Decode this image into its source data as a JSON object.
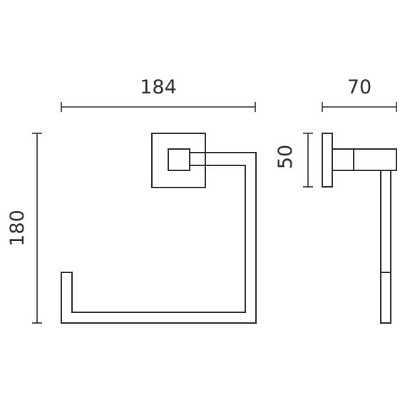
{
  "dimensions": {
    "width": "184",
    "height": "180",
    "depth": "70",
    "plate_height": "50"
  },
  "colors": {
    "line": "#2b2b2b",
    "background": "#ffffff"
  }
}
